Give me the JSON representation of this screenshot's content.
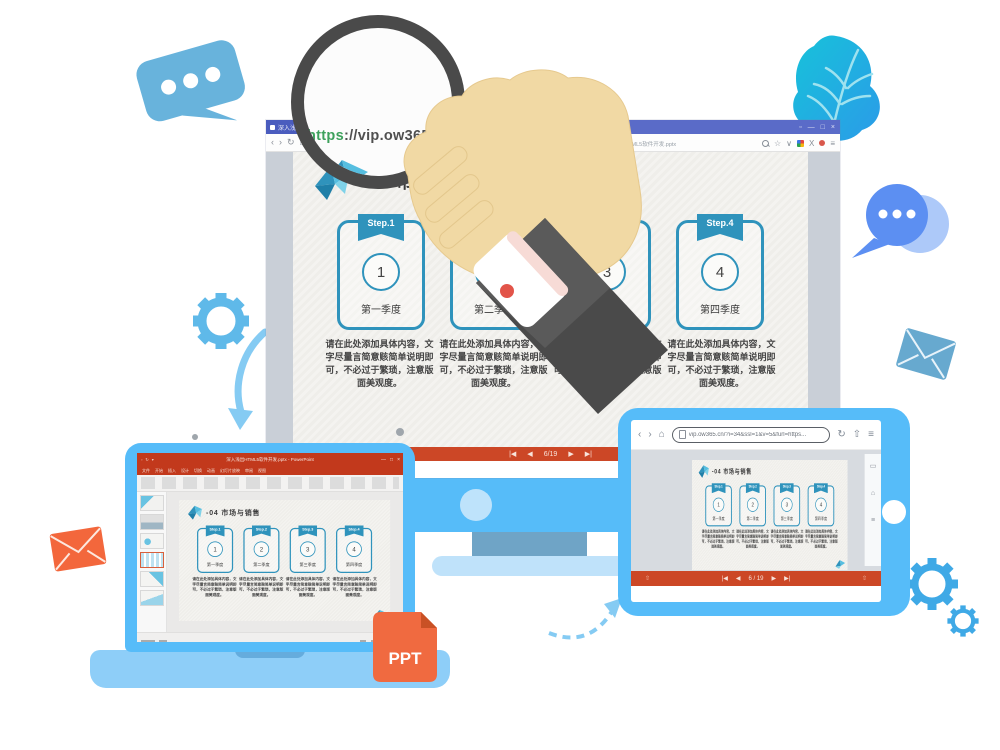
{
  "browser": {
    "tab_title": "深入浅出HTML5软件开发.pptx",
    "window_controls": [
      "▫",
      "—",
      "□",
      "×"
    ],
    "nav_back": "‹",
    "nav_forward": "›",
    "nav_refresh": "↻",
    "nav_home": "⌂",
    "url_protocol": "https",
    "url_host": "://vip.ow365.cn",
    "url_tail": "?furl=http%3A%2F%2Fofficeweb365.com%2Fviewfile%2F深入浅出HTML5软件开发.pptx",
    "icon_star": "☆",
    "icon_caret": "∨",
    "icon_ext": "X",
    "icon_menu": "≡"
  },
  "viewer": {
    "first": "|◀",
    "prev": "◀",
    "page": "6/19",
    "next": "▶",
    "last": "▶|"
  },
  "slide": {
    "title": "-04 市场与销售",
    "steps": [
      {
        "badge": "Step.1",
        "number": "1",
        "caption": "第一季度"
      },
      {
        "badge": "Step.2",
        "number": "2",
        "caption": "第二季度"
      },
      {
        "badge": "Step.3",
        "number": "3",
        "caption": "第三季度"
      },
      {
        "badge": "Step.4",
        "number": "4",
        "caption": "第四季度"
      }
    ],
    "body_text": "请在此处添加具体内容，文字尽量言简意赅简单说明即可，不必过于繁琐，注意版面美观度。"
  },
  "laptop": {
    "ppt_title": "深入浅出HTML5软件开发.pptx - PowerPoint",
    "ribbon_tabs": [
      "文件",
      "开始",
      "插入",
      "设计",
      "切换",
      "动画",
      "幻灯片放映",
      "审阅",
      "视图"
    ],
    "badge_label": "PPT"
  },
  "tablet": {
    "url": "vip.ow365.cn/?i=34&ssl=1&v=5&furl=https...",
    "icon_share": "⇧",
    "icon_menu": "≡",
    "side_icons": [
      "▭",
      "⌂",
      "≡"
    ],
    "viewer_page": "6 / 19"
  }
}
